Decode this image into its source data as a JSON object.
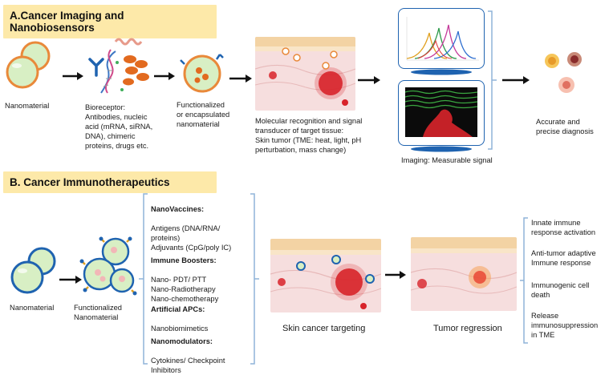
{
  "section_a": {
    "title": "A.Cancer Imaging and Nanobiosensors",
    "nanomaterial_label": "Nanomaterial",
    "bioreceptor_label": "Bioreceptor:\nAntibodies, nucleic\nacid (mRNA, siRNA,\nDNA), chimeric\nproteins, drugs etc.",
    "functionalized_label": "Functionalized\nor encapsulated\nnanomaterial",
    "recognition_label": "Molecular recognition and signal\ntransducer of target tissue:\nSkin tumor (TME: heat, light, pH\nperturbation, mass change)",
    "imaging_label": "Imaging: Measurable signal",
    "diagnosis_label": "Accurate and\nprecise diagnosis"
  },
  "section_b": {
    "title": "B. Cancer Immunotherapeutics",
    "nanomaterial_label": "Nanomaterial",
    "functionalized_label": "Functionalized\nNanomaterial",
    "categories": [
      {
        "heading": "NanoVaccines:",
        "items": "Antigens (DNA/RNA/\nproteins)\nAdjuvants (CpG/poly IC)"
      },
      {
        "heading": "Immune Boosters:",
        "items": "Nano- PDT/ PTT\nNano-Radiotherapy\nNano-chemotherapy"
      },
      {
        "heading": "Artificial APCs:",
        "items": "Nanobiomimetics"
      },
      {
        "heading": "Nanomodulators:",
        "items": "Cytokines/ Checkpoint\nInhibitors"
      }
    ],
    "targeting_label": "Skin cancer targeting",
    "regression_label": "Tumor regression",
    "outcomes": [
      "Innate immune\nresponse activation",
      "Anti-tumor adaptive\nImmune response",
      "Immunogenic cell\ndeath",
      "Release\nimmunosuppression\nin TME"
    ]
  },
  "colors": {
    "title_bg": "#fde9a9",
    "sphere_fill": "#d8efc4",
    "sphere_rim": "#e9893a",
    "tumor": "#d8232a",
    "skin_pink": "#f6dede",
    "skin_tan": "#f3d3a4",
    "bracket": "#8fb3d9",
    "scan_blue": "#1f63b0"
  }
}
